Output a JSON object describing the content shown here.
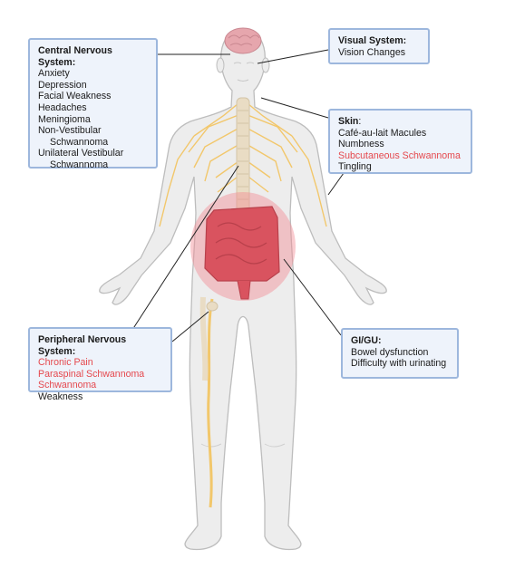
{
  "colors": {
    "box_fill": "#eef3fb",
    "box_border": "#9db7dd",
    "highlight_text": "#e5484d",
    "body_fill": "#ededed",
    "body_outline": "#bdbdbd",
    "nerve": "#f2c76b",
    "spine": "#e9dcc4",
    "brain": "#e6a6ad",
    "intestine": "#d9535f",
    "intestine_glow": "#f28c94"
  },
  "labels": {
    "cns": {
      "title": "Central Nervous System:",
      "items": [
        "Anxiety",
        "Depression",
        "Facial Weakness",
        "Headaches",
        "Meningioma",
        "Non-Vestibular",
        "Schwannoma",
        "Unilateral Vestibular",
        "Schwannoma"
      ]
    },
    "visual": {
      "title": "Visual System:",
      "items": [
        "Vision Changes"
      ]
    },
    "skin": {
      "title": "Skin",
      "title_suffix": ":",
      "items": [
        "Café-au-lait Macules",
        "Numbness",
        "Subcutaneous Schwannoma",
        "Tingling"
      ]
    },
    "pns": {
      "title": "Peripheral Nervous System:",
      "items": [
        "Chronic Pain",
        "Paraspinal Schwannoma",
        "Schwannoma",
        "Weakness"
      ]
    },
    "gigu": {
      "title": "GI/GU:",
      "items": [
        "Bowel dysfunction",
        "Difficulty with urinating"
      ]
    }
  },
  "icons": [
    "human-body-figure",
    "brain-icon",
    "spinal-cord-icon",
    "intestine-icon",
    "leg-nerve-icon"
  ]
}
